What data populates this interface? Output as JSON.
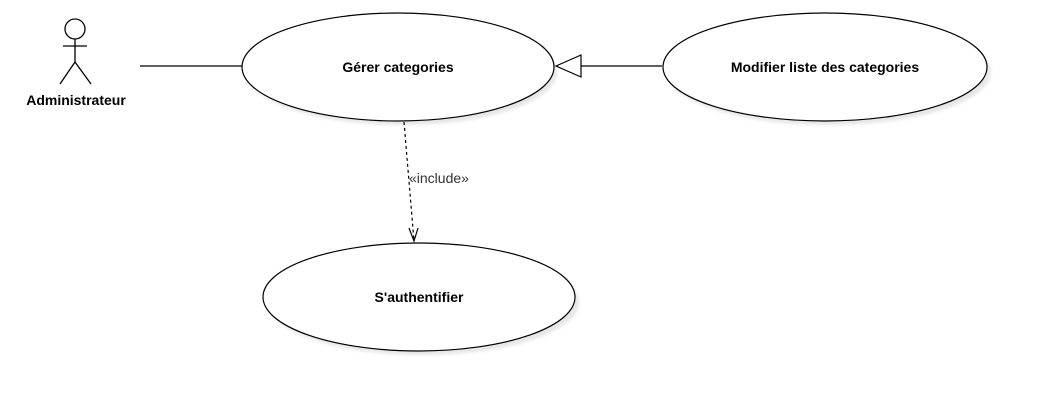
{
  "actor": {
    "name": "Administrateur"
  },
  "use_cases": {
    "manage": "Gérer categories",
    "modify": "Modifier liste des categories",
    "auth": "S'authentifier"
  },
  "relations": {
    "include_label": "«include»"
  },
  "colors": {
    "stroke": "#000000",
    "fill": "#ffffff",
    "shadow": "#e6e6e6"
  }
}
